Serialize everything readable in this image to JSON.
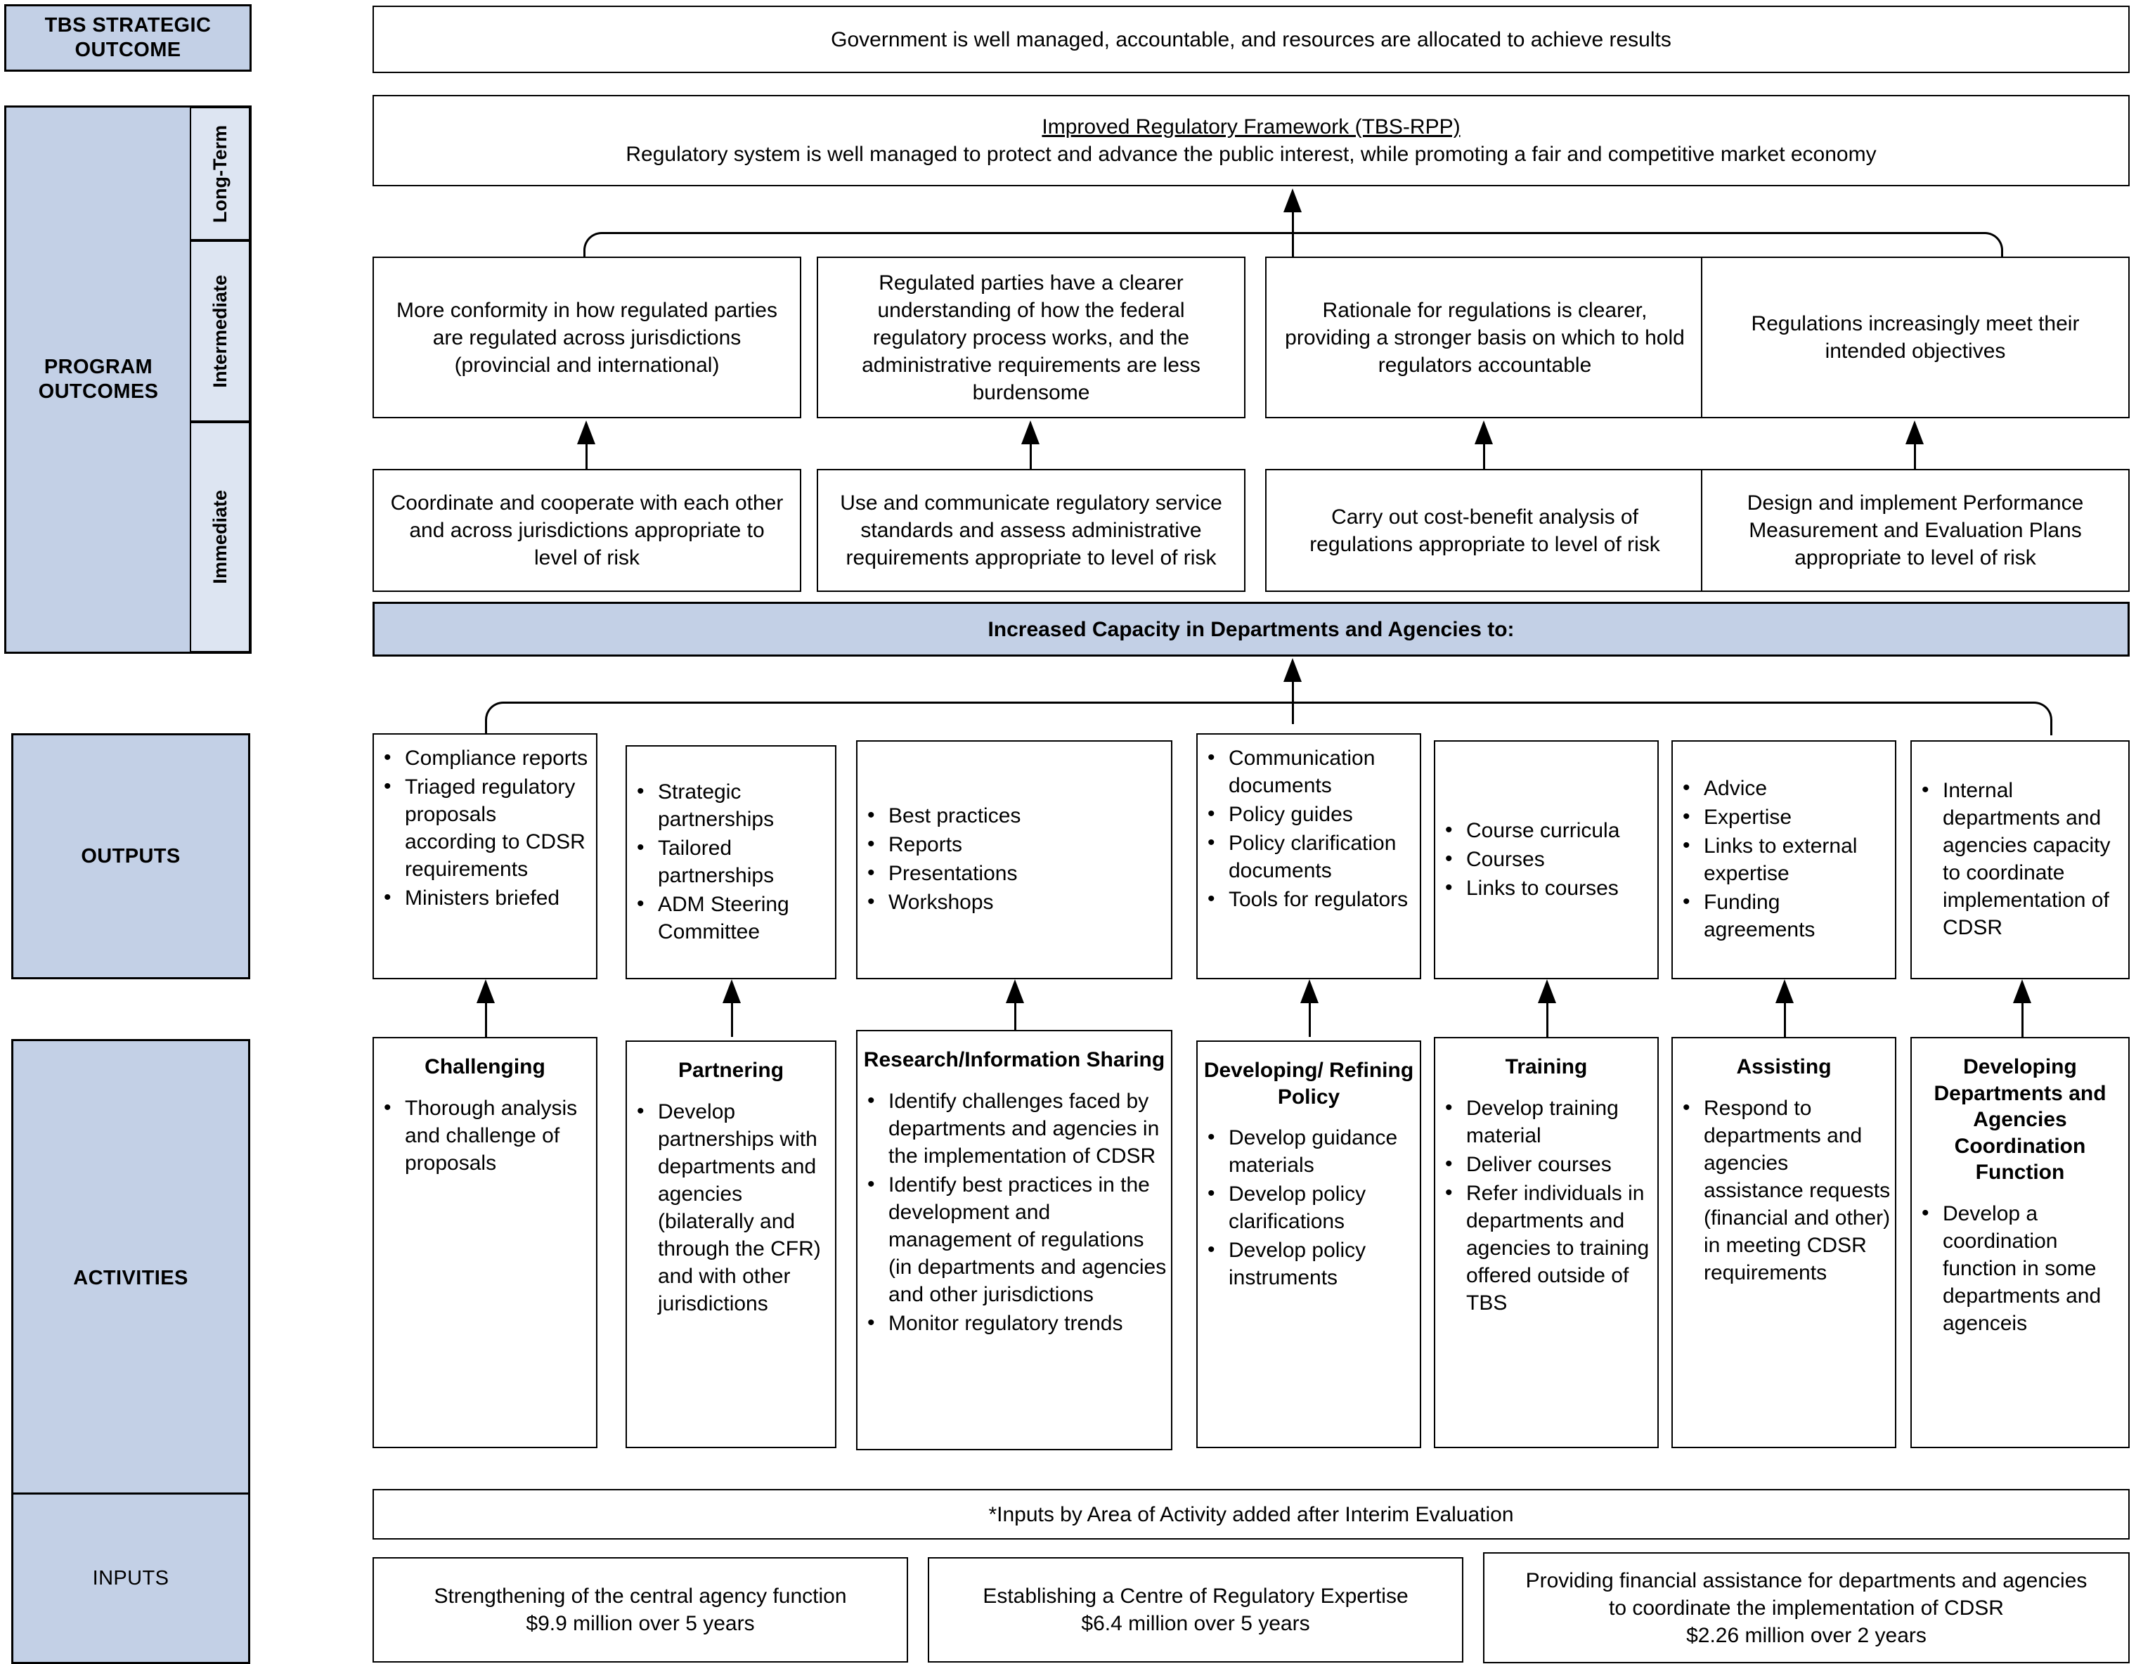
{
  "colors": {
    "band": "#c3d0e6",
    "subband": "#dde5f2",
    "outline": "#000000"
  },
  "left_labels": {
    "strategic_outcome": "TBS STRATEGIC OUTCOME",
    "program_outcomes": "PROGRAM OUTCOMES",
    "outputs": "OUTPUTS",
    "activities": "ACTIVITIES",
    "inputs": "INPUTS",
    "tiers": {
      "long_term": "Long-Term",
      "intermediate": "Intermediate",
      "immediate": "Immediate"
    }
  },
  "strategic_outcome": {
    "text": "Government is well managed, accountable, and resources are allocated to achieve results"
  },
  "long_term_outcome": {
    "title": "Improved Regulatory Framework (TBS-RPP)",
    "text": "Regulatory system is well managed to protect and advance the public interest, while promoting a fair and competitive market economy"
  },
  "intermediate_outcomes": [
    "More conformity in how regulated parties are regulated across jurisdictions (provincial and international)",
    "Regulated parties have a clearer understanding of how the federal regulatory process works, and the administrative requirements are less burdensome",
    "Rationale for regulations is clearer, providing a stronger basis on which to hold regulators accountable",
    "Regulations increasingly meet their intended objectives"
  ],
  "immediate_outcomes": [
    "Coordinate and cooperate with each other and across jurisdictions appropriate to level of risk",
    "Use and communicate regulatory service standards and assess administrative requirements appropriate to level of risk",
    "Carry out cost-benefit analysis of regulations appropriate to level of risk",
    "Design and implement Performance Measurement and Evaluation Plans appropriate to level of risk"
  ],
  "capacity_band": {
    "text": "Increased Capacity in Departments and Agencies to:"
  },
  "outputs": [
    {
      "items": [
        "Compliance reports",
        "Triaged regulatory proposals according to CDSR requirements",
        "Ministers briefed"
      ]
    },
    {
      "items": [
        "Strategic partnerships",
        "Tailored partnerships",
        "ADM Steering Committee"
      ]
    },
    {
      "items": [
        "Best practices",
        "Reports",
        "Presentations",
        "Workshops"
      ]
    },
    {
      "items": [
        "Communication documents",
        "Policy guides",
        "Policy clarification documents",
        "Tools for regulators"
      ]
    },
    {
      "items": [
        "Course curricula",
        "Courses",
        "Links to courses"
      ]
    },
    {
      "items": [
        "Advice",
        "Expertise",
        "Links to external expertise",
        "Funding agreements"
      ]
    },
    {
      "items": [
        "Internal departments and agencies capacity to coordinate implementation of CDSR"
      ]
    }
  ],
  "activities": [
    {
      "title": "Challenging",
      "items": [
        "Thorough analysis and challenge of proposals"
      ]
    },
    {
      "title": "Partnering",
      "items": [
        "Develop partnerships with departments and agencies (bilaterally and through the CFR) and with other jurisdictions"
      ]
    },
    {
      "title": "Research/Information Sharing",
      "items": [
        "Identify challenges faced by departments and agencies in the implementation of CDSR",
        "Identify best practices in the development and management of regulations (in departments and agencies and other jurisdictions",
        "Monitor regulatory trends"
      ]
    },
    {
      "title": "Developing/ Refining Policy",
      "items": [
        "Develop guidance materials",
        "Develop policy clarifications",
        "Develop policy instruments"
      ]
    },
    {
      "title": "Training",
      "items": [
        "Develop training material",
        "Deliver courses",
        "Refer individuals in departments and agencies to training offered outside of TBS"
      ]
    },
    {
      "title": "Assisting",
      "items": [
        "Respond to departments and agencies assistance requests (financial and other) in meeting CDSR requirements"
      ]
    },
    {
      "title": "Developing Departments and Agencies Coordination Function",
      "items": [
        "Develop a coordination function in some departments and agenceis"
      ]
    }
  ],
  "inputs_note": "*Inputs by Area of Activity added after Interim Evaluation",
  "inputs": [
    {
      "line1": "Strengthening of the central agency function",
      "line2": "$9.9 million over 5 years"
    },
    {
      "line1": "Establishing a Centre of Regulatory Expertise",
      "line2": "$6.4 million over 5 years"
    },
    {
      "line1": "Providing financial assistance for departments and agencies",
      "line2": "to coordinate the implementation of CDSR",
      "line3": "$2.26 million over 2 years"
    }
  ]
}
